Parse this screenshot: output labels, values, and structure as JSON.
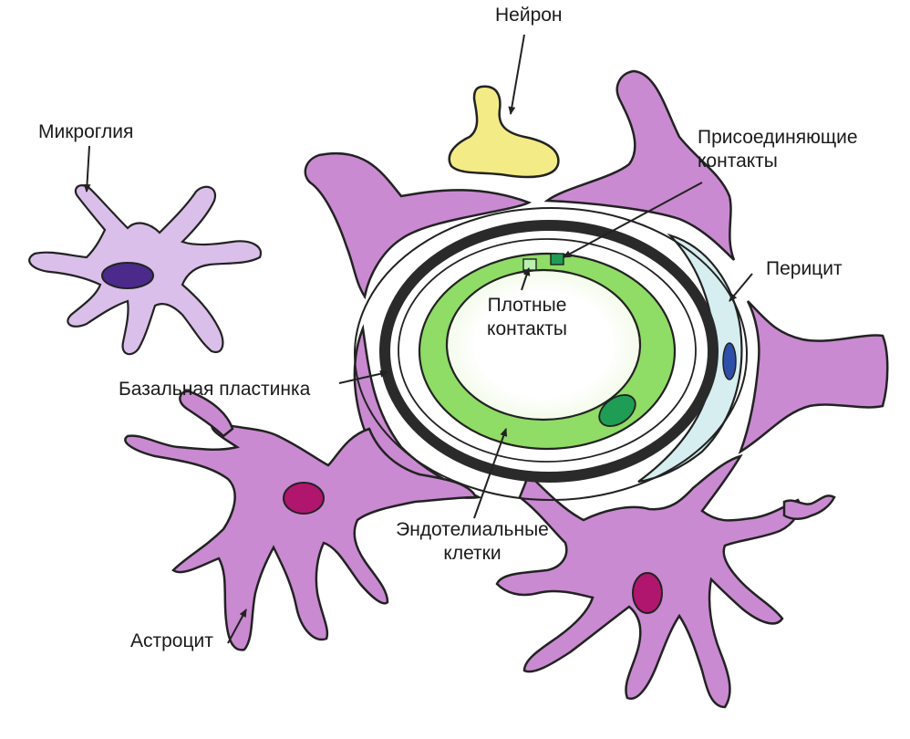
{
  "labels": {
    "neuron": "Нейрон",
    "microglia": "Микроглия",
    "adherens_line1": "Присоединяющие",
    "adherens_line2": "контакты",
    "pericyte": "Перицит",
    "tight_line1": "Плотные",
    "tight_line2": "контакты",
    "basal_lamina": "Базальная пластинка",
    "endothelial_line1": "Эндотелиальные",
    "endothelial_line2": "клетки",
    "astrocyte": "Астроцит"
  },
  "colors": {
    "astrocyte_fill": "#c98ad1",
    "astrocyte_nucleus": "#b0166e",
    "microglia_fill": "#d9bfe9",
    "microglia_nucleus": "#4b2a8c",
    "neuron_fill": "#f3ec86",
    "endothelium_fill": "#8fdc66",
    "endothelium_nucleus": "#1f9d55",
    "pericyte_fill": "#d6eef0",
    "pericyte_nucleus": "#2e4fa8",
    "basal_lamina_stroke": "#2a2a2a",
    "outline": "#222222"
  }
}
